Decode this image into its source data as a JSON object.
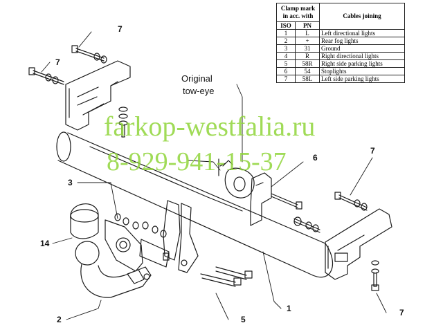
{
  "table": {
    "header_clamp": "Clamp mark in acc. with",
    "header_iso": "ISO",
    "header_pn": "PN",
    "header_cables": "Cables joining",
    "rows": [
      {
        "iso": "1",
        "pn": "L",
        "desc": "Left directional lights"
      },
      {
        "iso": "2",
        "pn": "+",
        "desc": "Rear fog lights"
      },
      {
        "iso": "3",
        "pn": "31",
        "desc": "Ground"
      },
      {
        "iso": "4",
        "pn": "R",
        "desc": "Right directional lights"
      },
      {
        "iso": "5",
        "pn": "58R",
        "desc": "Right side parking lights"
      },
      {
        "iso": "6",
        "pn": "54",
        "desc": "Stoplights"
      },
      {
        "iso": "7",
        "pn": "58L",
        "desc": "Left side parking lights"
      }
    ]
  },
  "caption": {
    "line1": "Original",
    "line2": "tow-eye"
  },
  "watermark": {
    "site": "farkop-westfalia.ru",
    "phone": "8-929-941-15-37"
  },
  "callouts": {
    "top_left_7": "7",
    "left_7": "7",
    "right_7": "7",
    "bottom_right_7": "7",
    "label_3": "3",
    "label_14": "14",
    "label_2": "2",
    "label_5": "5",
    "label_1": "1",
    "label_6": "6"
  },
  "colors": {
    "line": "#1a1a1a",
    "watermark": "#8fd53a"
  }
}
